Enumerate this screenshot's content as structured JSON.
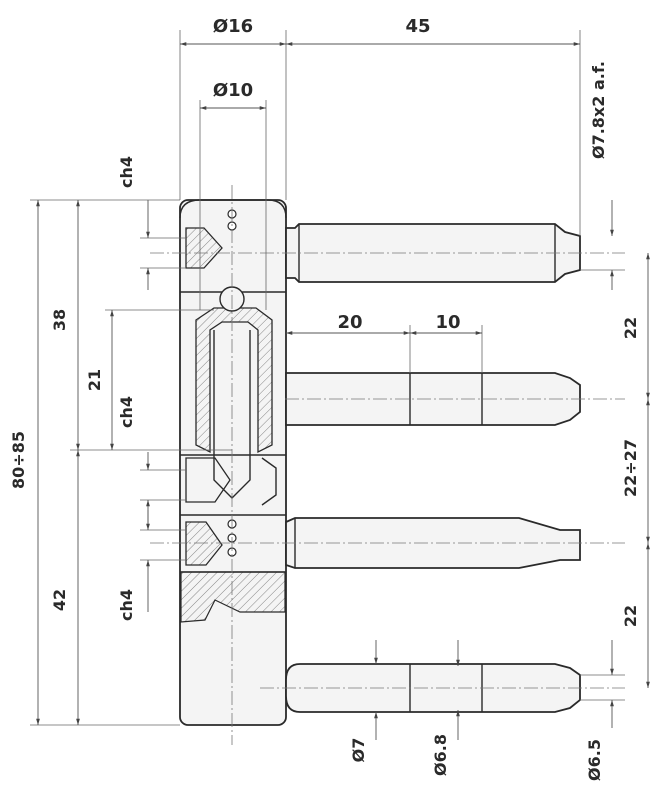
{
  "dimensions": {
    "head_diameter": "Ø16",
    "inner_diameter": "Ø10",
    "pin_length": "45",
    "pin_tip_diameter": "Ø7.8x2 a.f.",
    "wrench_size_top": "ch4",
    "wrench_size_middle": "ch4",
    "wrench_size_bottom": "ch4",
    "upper_height": "38",
    "sleeve_height": "21",
    "total_height": "80÷85",
    "lower_height": "42",
    "pin_step_20": "20",
    "pin_step_10": "10",
    "spacing_top": "22",
    "spacing_middle": "22÷27",
    "spacing_bottom": "22",
    "shaft_diameter_7": "Ø7",
    "shaft_diameter_68": "Ø6.8",
    "shaft_diameter_65": "Ø6.5"
  }
}
